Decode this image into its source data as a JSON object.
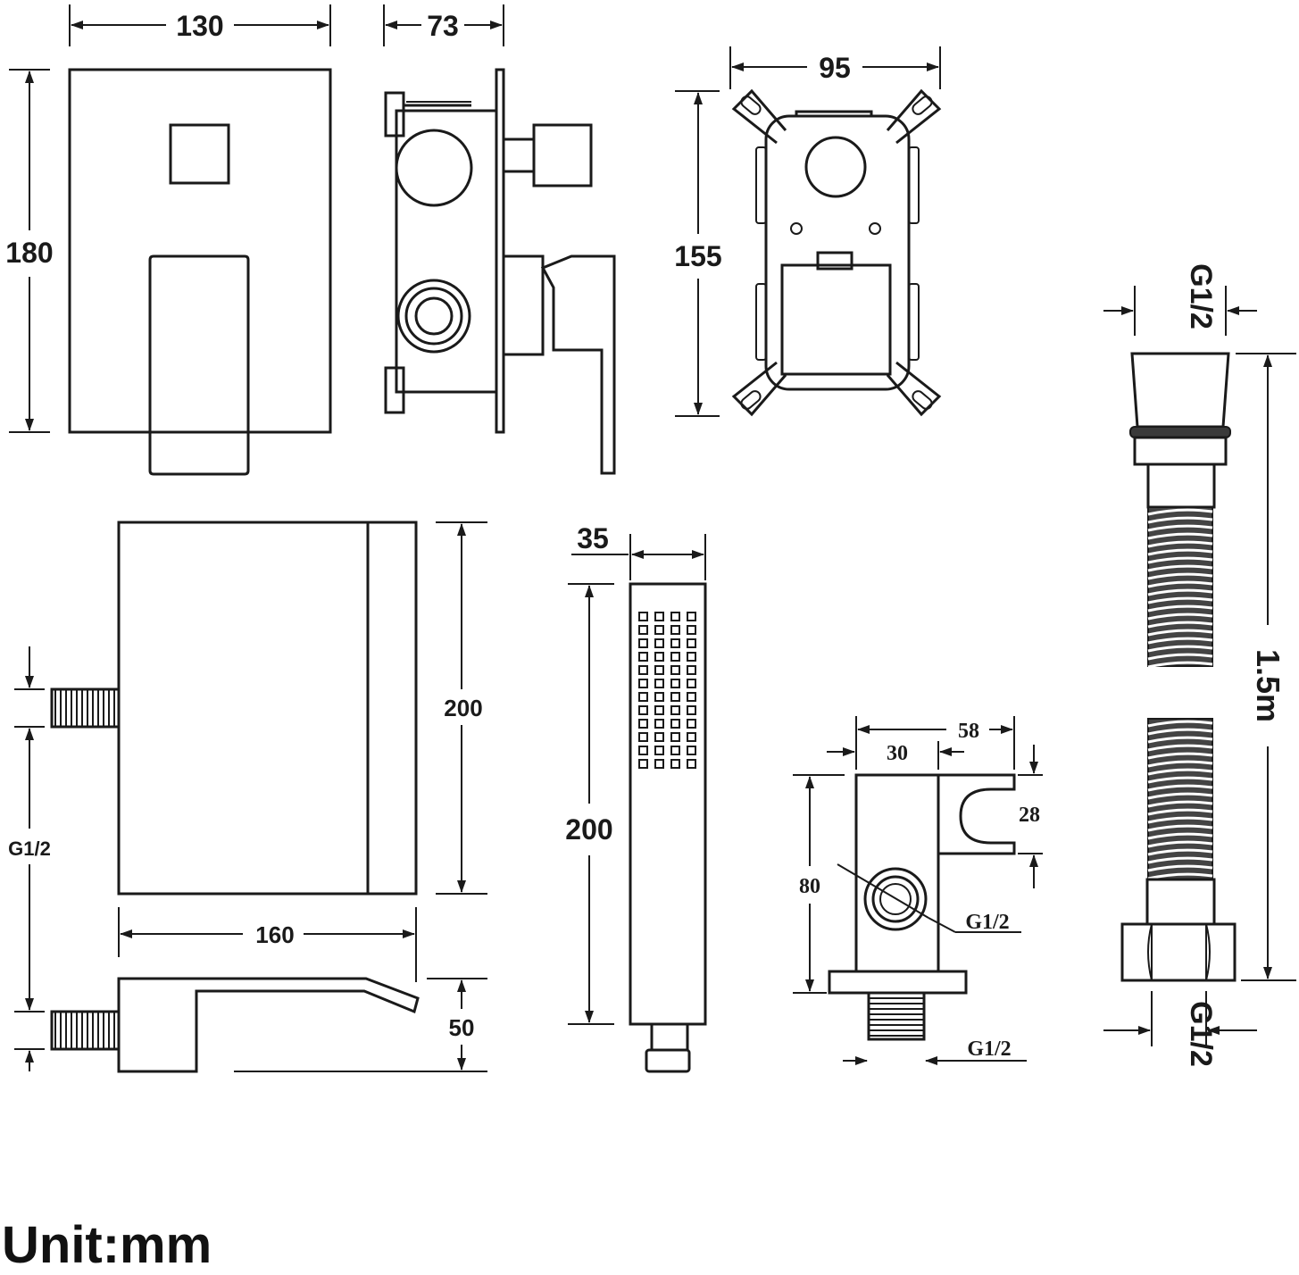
{
  "dimensions": {
    "panel_width": "130",
    "panel_depth": "73",
    "panel_height": "180",
    "box_width": "95",
    "box_height": "155",
    "hose_thread_top": "G1/2",
    "hose_thread_bottom": "G1/2",
    "hose_length": "1.5m",
    "spout_height": "200",
    "spout_inlet_thread": "G1/2",
    "spout_width": "160",
    "spout_depth": "50",
    "handshower_width": "35",
    "handshower_length": "200",
    "holder_width": "58",
    "holder_body_width": "30",
    "holder_clip_height": "28",
    "holder_height": "80",
    "holder_outlet_thread": "G1/2",
    "holder_inlet_thread": "G1/2"
  },
  "unit_label": "Unit:mm"
}
